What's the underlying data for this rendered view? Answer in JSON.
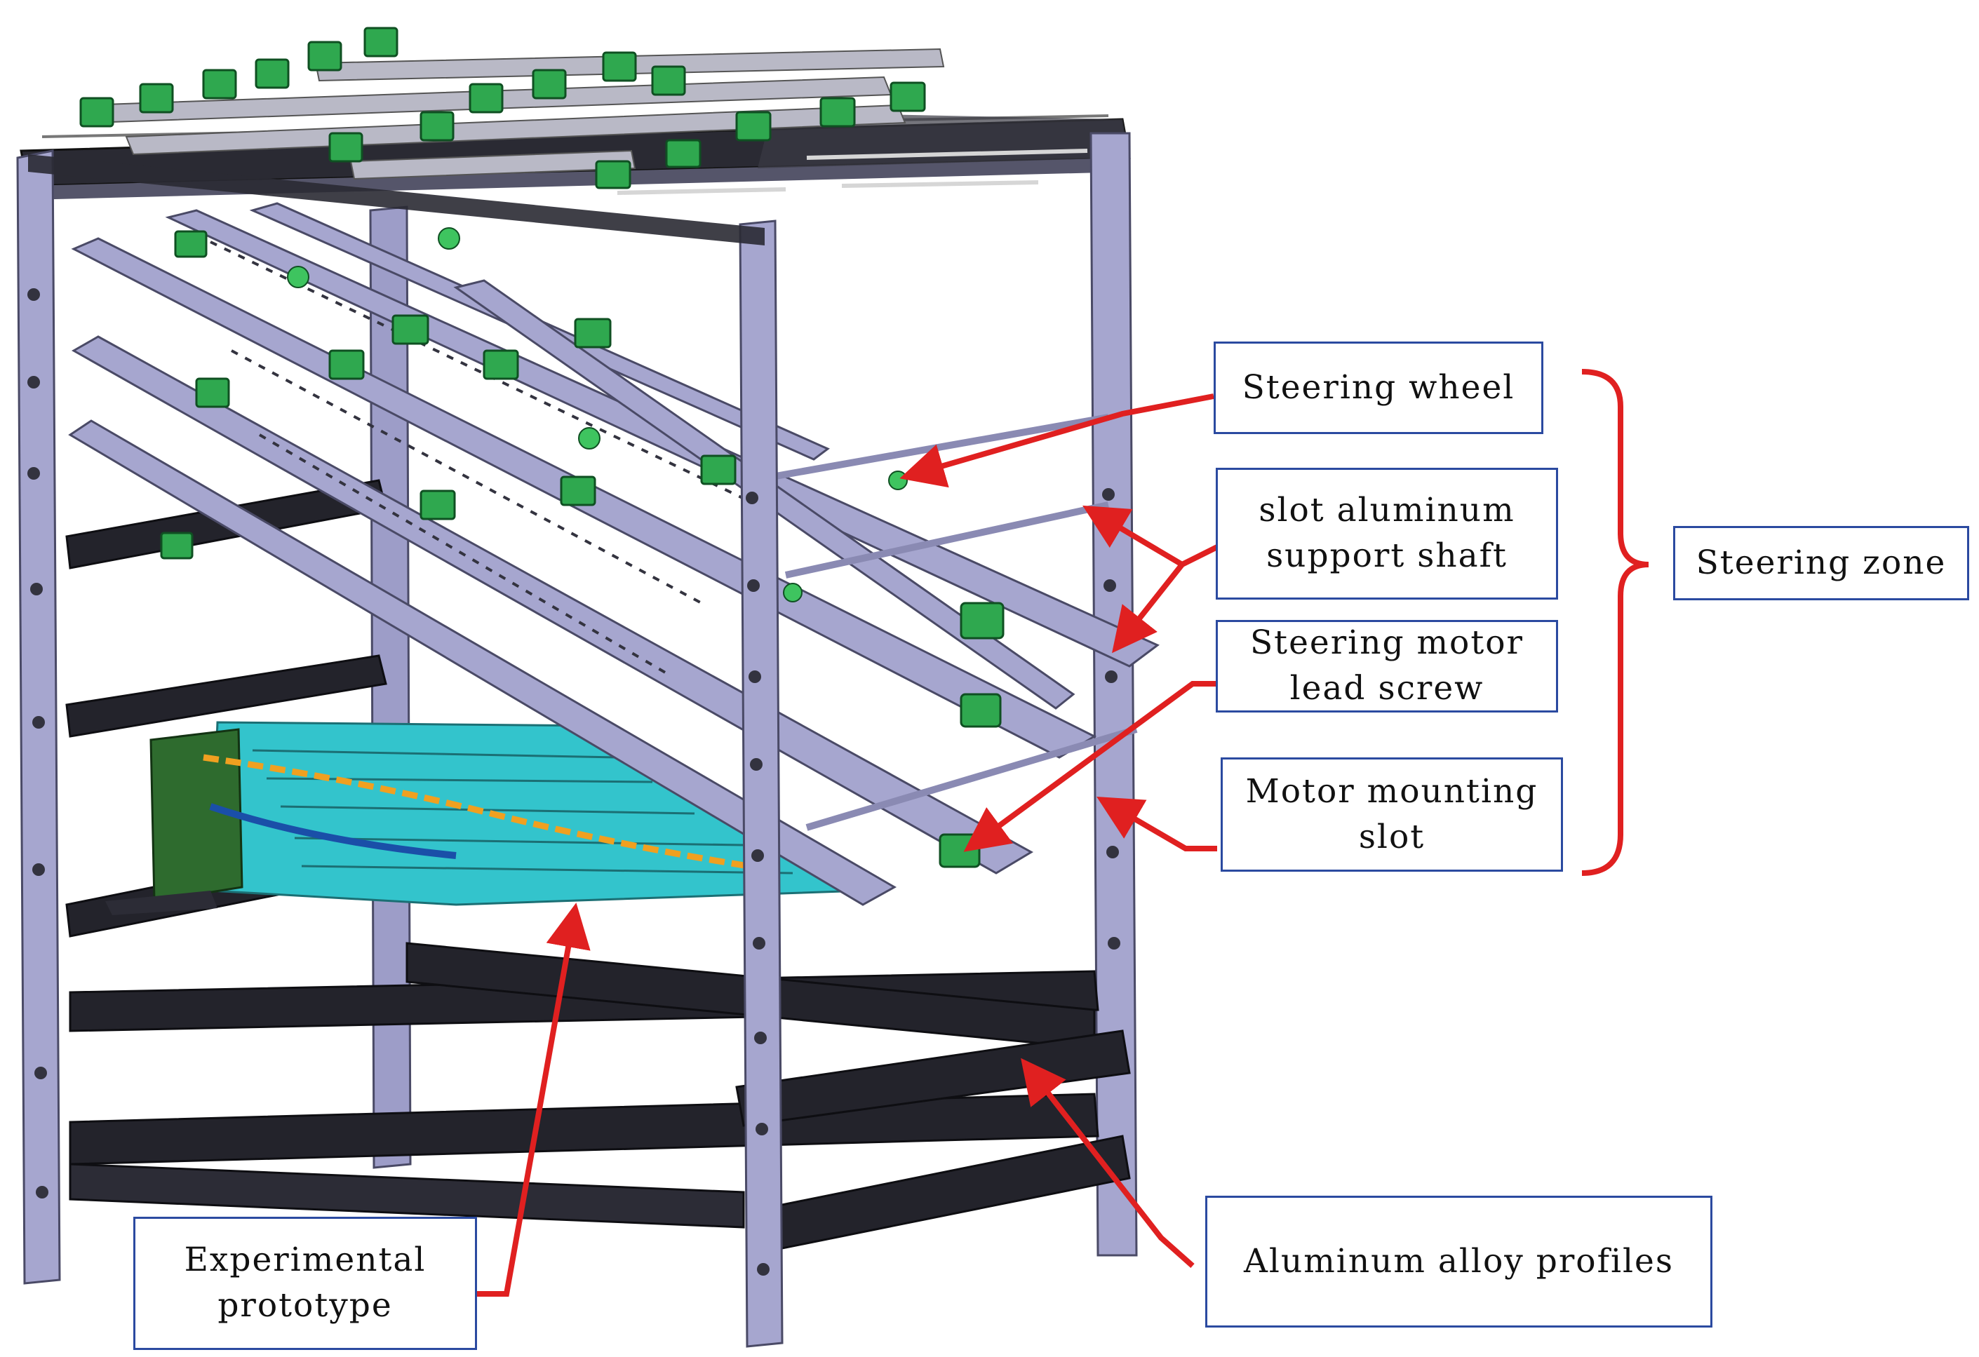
{
  "labels": {
    "steering_wheel": "Steering wheel",
    "support_shaft": "slot aluminum\nsupport shaft",
    "lead_screw": "Steering motor\nlead screw",
    "mounting_slot": "Motor mounting\nslot",
    "steering_zone": "Steering zone",
    "prototype": "Experimental\nprototype",
    "profiles": "Aluminum alloy profiles"
  },
  "colors": {
    "frame": "#a6a6cf",
    "frame_edge": "#4a4a66",
    "rail_dark": "#23232b",
    "module_green": "#2fa84f",
    "prototype_cyan": "#33c4cc",
    "arrow_red": "#e02020",
    "box_border": "#2b4aa0"
  }
}
